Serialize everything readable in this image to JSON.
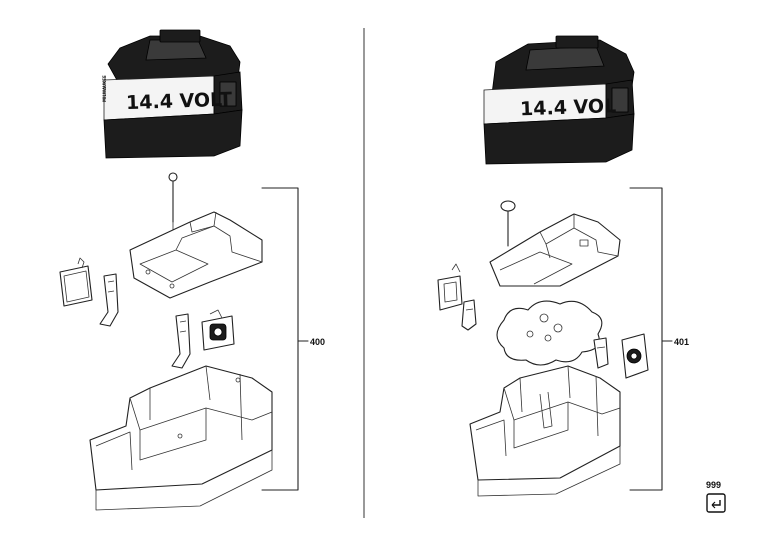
{
  "batteries": {
    "left": {
      "voltage_label": "14.4 VOLT",
      "brand_text": "MILWAUKEE"
    },
    "right": {
      "voltage_label": "14.4 VOL"
    }
  },
  "references": {
    "left_group": "400",
    "right_group": "401",
    "kit": "999"
  }
}
